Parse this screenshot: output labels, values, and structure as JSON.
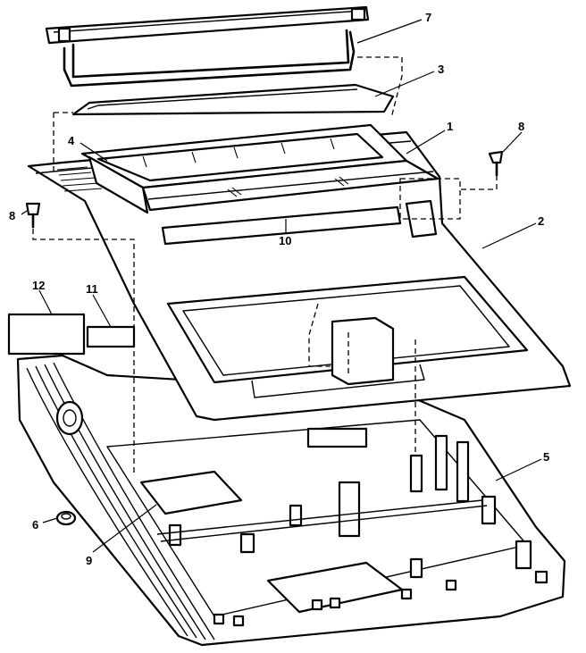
{
  "callouts": [
    {
      "id": "7",
      "text": "7"
    },
    {
      "id": "3",
      "text": "3"
    },
    {
      "id": "1",
      "text": "1"
    },
    {
      "id": "8a",
      "text": "8"
    },
    {
      "id": "4",
      "text": "4"
    },
    {
      "id": "8b",
      "text": "8"
    },
    {
      "id": "10",
      "text": "10"
    },
    {
      "id": "2",
      "text": "2"
    },
    {
      "id": "12",
      "text": "12"
    },
    {
      "id": "11",
      "text": "11"
    },
    {
      "id": "5",
      "text": "5"
    },
    {
      "id": "6",
      "text": "6"
    },
    {
      "id": "9",
      "text": "9"
    }
  ]
}
